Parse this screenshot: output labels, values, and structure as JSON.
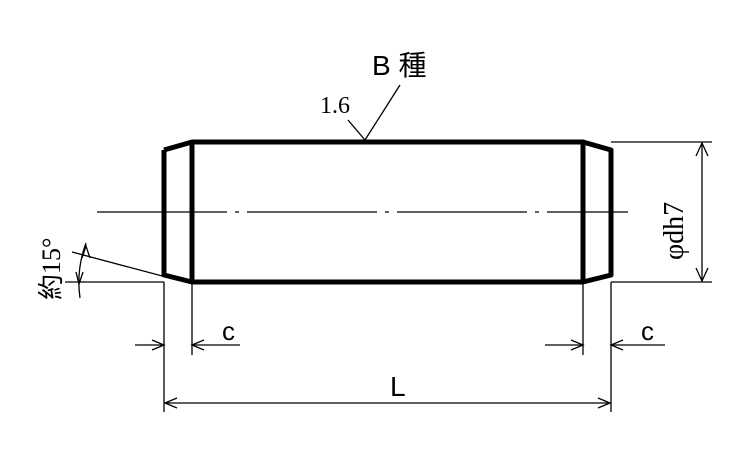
{
  "labels": {
    "surface_type": "B 種",
    "roughness": "1.6",
    "diameter": "φdh7",
    "chamfer_left": "c",
    "chamfer_right": "c",
    "length": "L",
    "angle": "約15°"
  },
  "colors": {
    "line": "#000000",
    "background": "#ffffff"
  }
}
